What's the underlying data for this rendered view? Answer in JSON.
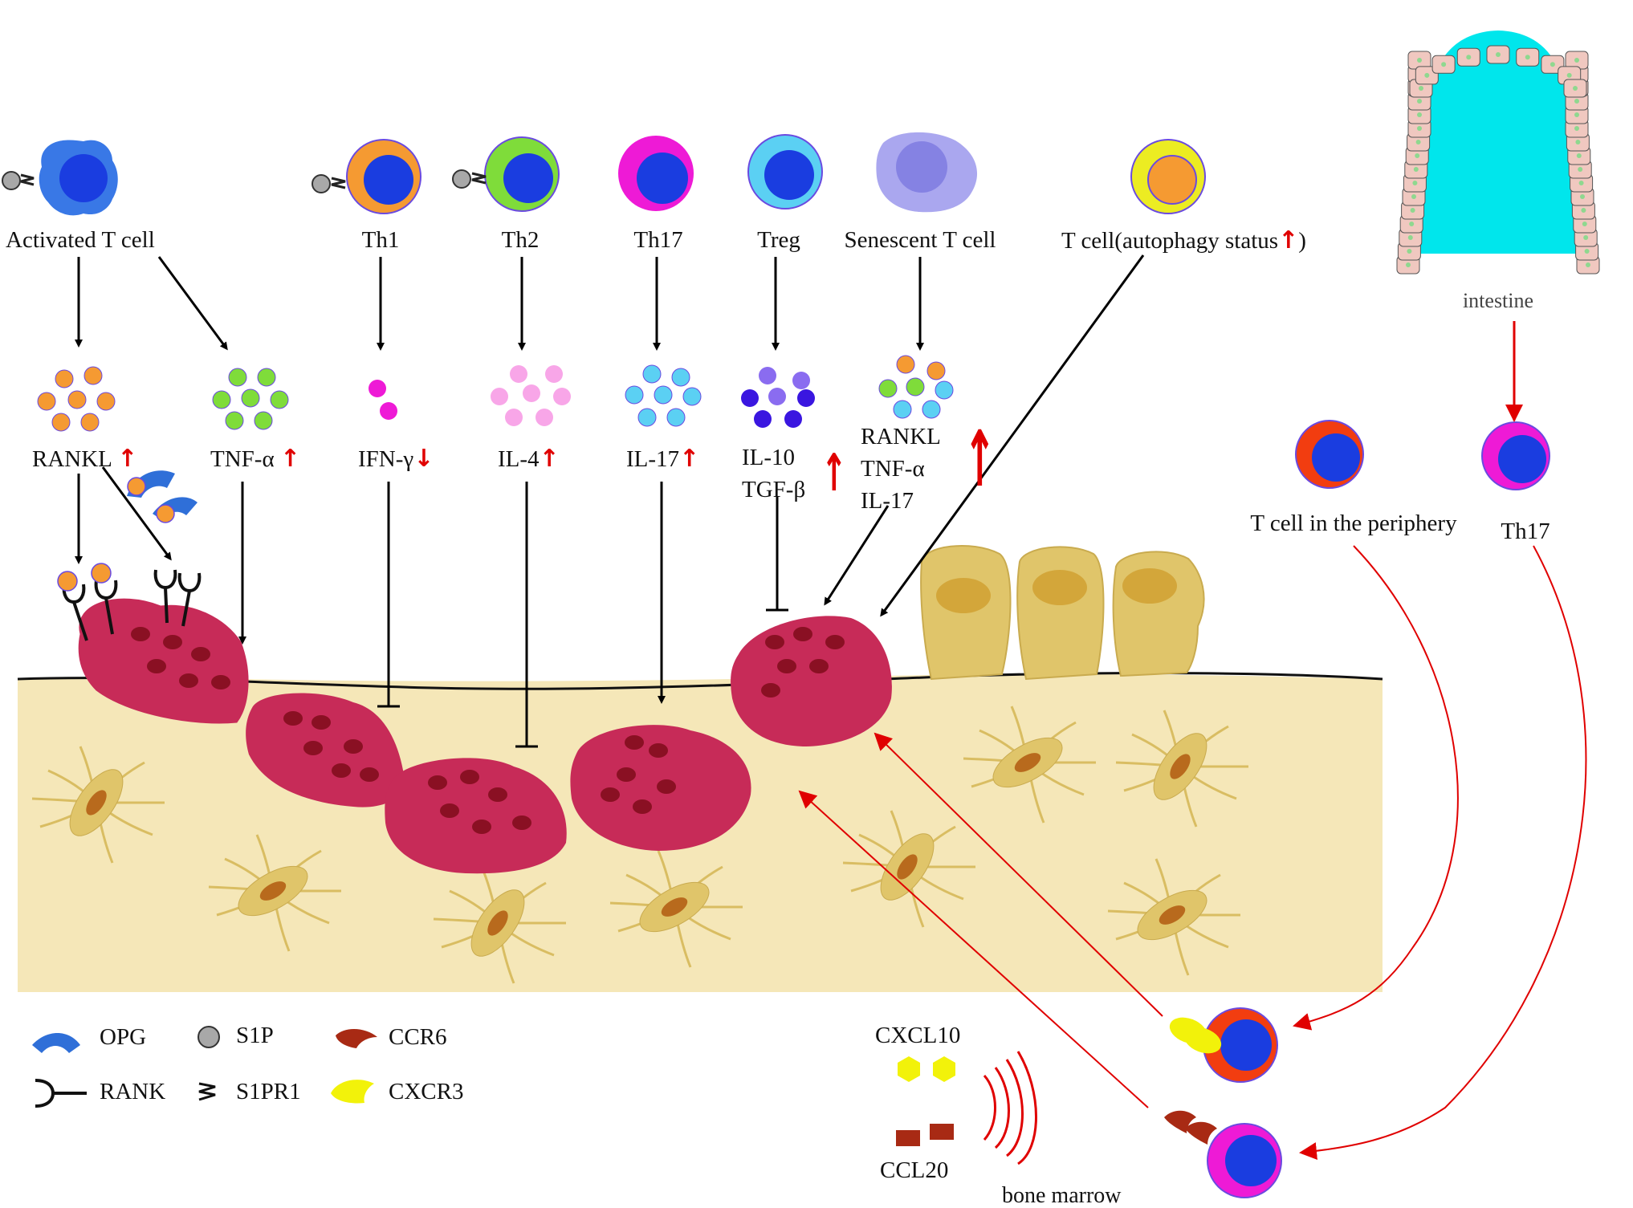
{
  "cells": {
    "activated_t_cell": "Activated T cell",
    "th1": "Th1",
    "th2": "Th2",
    "th17": "Th17",
    "treg": "Treg",
    "senescent_t_cell": "Senescent T cell",
    "autophagy_t_cell_prefix": "T cell(autophagy status",
    "autophagy_t_cell_suffix": ")",
    "periphery_t_cell": "T cell in the periphery",
    "th17_right": "Th17"
  },
  "cytokines": {
    "rankl": "RANKL",
    "tnf": "TNF-α",
    "ifn": "IFN-γ",
    "il4": "IL-4",
    "il17": "IL-17",
    "il10": "IL-10",
    "tgfb": "TGF-β",
    "senescent_line1": "RANKL",
    "senescent_line2": "TNF-α",
    "senescent_line3": "IL-17"
  },
  "arrows": {
    "up": "↑",
    "down": "↓"
  },
  "places": {
    "intestine": "intestine",
    "bone_marrow": "bone marrow"
  },
  "chemokines": {
    "cxcl10": "CXCL10",
    "ccl20": "CCL20"
  },
  "legend": {
    "opg": "OPG",
    "s1p": "S1P",
    "ccr6": "CCR6",
    "rank": "RANK",
    "s1pr1": "S1PR1",
    "cxcr3": "CXCR3"
  },
  "colors": {
    "osteoclast": "#c72b58",
    "bone_matrix": "#f5e7b8",
    "osteoblast": "#e0c56a",
    "rankl": "#f59a32",
    "tnf": "#7fdc3a",
    "ifn": "#ee1ad6",
    "il4": "#f8a6e8",
    "il17": "#5bd0f3",
    "il10_tgf": "#4a2ee0",
    "opg": "#2f6fd8",
    "nucleus": "#1a3de0",
    "stimulus_arrow": "#e00000",
    "intestine_lumen": "#00e6ec"
  }
}
